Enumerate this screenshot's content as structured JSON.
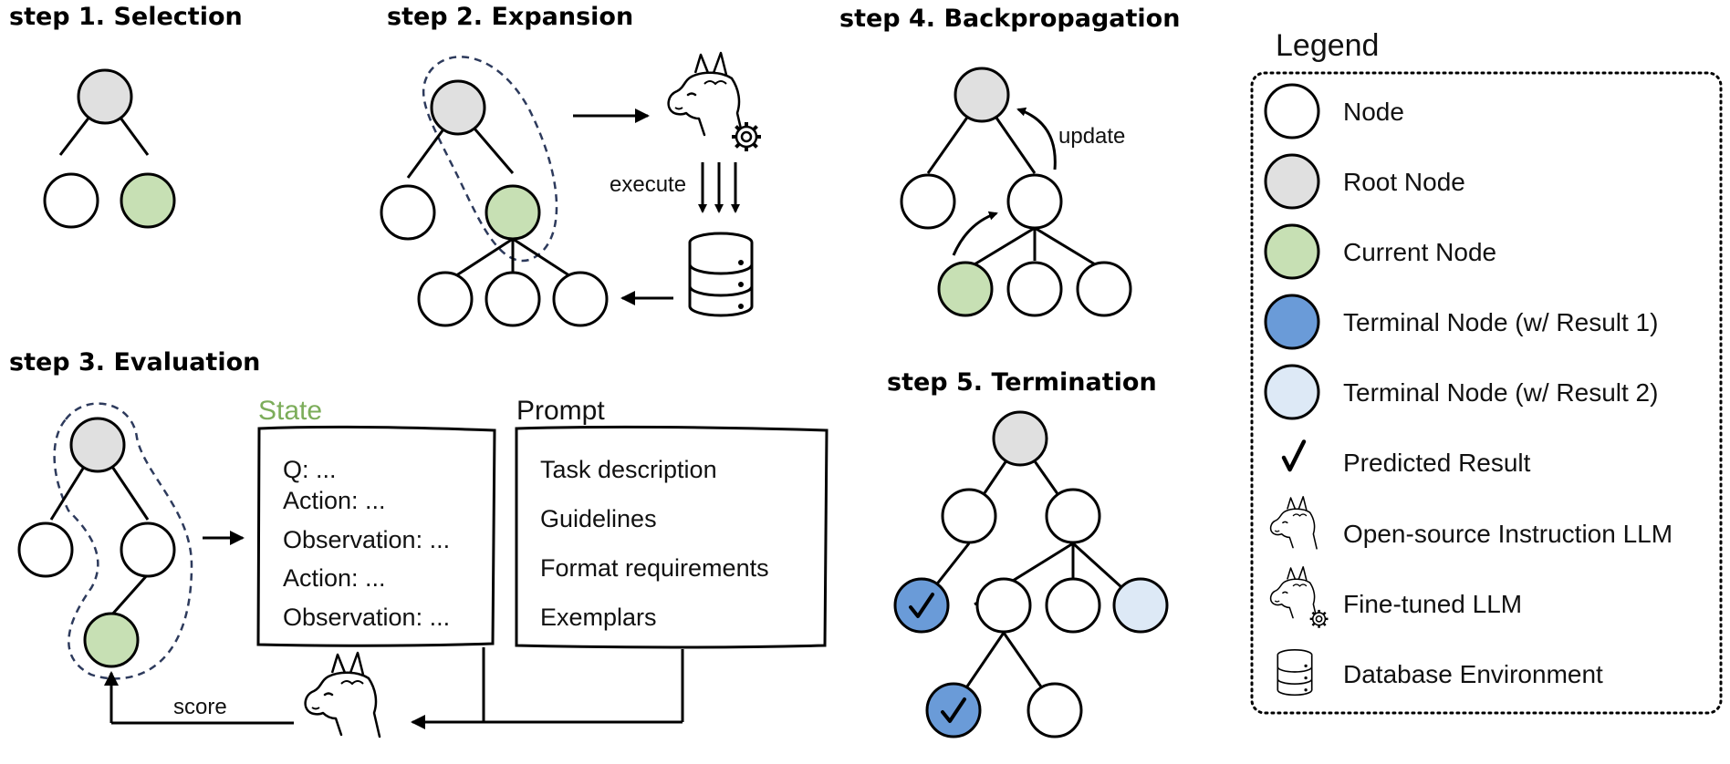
{
  "steps": {
    "selection": "step 1. Selection",
    "expansion": "step 2. Expansion",
    "evaluation": "step 3. Evaluation",
    "backpropagation": "step 4. Backpropagation",
    "termination": "step 5. Termination"
  },
  "labels": {
    "execute": "execute",
    "update": "update",
    "score": "score"
  },
  "state_box": {
    "title": "State",
    "title_color": "#7cad5a",
    "lines": [
      "Q: ...",
      "Action: ...",
      "Observation: ...",
      "Action: ...",
      "Observation: ..."
    ]
  },
  "prompt_box": {
    "title": "Prompt",
    "lines": [
      "Task description",
      "Guidelines",
      "Format requirements",
      "Exemplars"
    ]
  },
  "legend": {
    "title": "Legend",
    "items": [
      {
        "label": "Node",
        "icon": "node-circle",
        "color": "#ffffff"
      },
      {
        "label": "Root Node",
        "icon": "root-node-circle",
        "color": "#e0e0e0"
      },
      {
        "label": "Current Node",
        "icon": "current-node-circle",
        "color": "#c7e0b4"
      },
      {
        "label": "Terminal Node (w/ Result 1)",
        "icon": "terminal-node-1-circle",
        "color": "#6a9bd8"
      },
      {
        "label": "Terminal Node (w/ Result 2)",
        "icon": "terminal-node-2-circle",
        "color": "#dde9f6"
      },
      {
        "label": "Predicted Result",
        "icon": "checkmark-icon"
      },
      {
        "label": "Open-source Instruction LLM",
        "icon": "llama-icon"
      },
      {
        "label": "Fine-tuned LLM",
        "icon": "llama-gear-icon"
      },
      {
        "label": "Database Environment",
        "icon": "database-icon"
      }
    ]
  },
  "colors": {
    "node": "#ffffff",
    "root": "#e0e0e0",
    "current": "#c7e0b4",
    "terminal1": "#6a9bd8",
    "terminal2": "#dde9f6"
  }
}
